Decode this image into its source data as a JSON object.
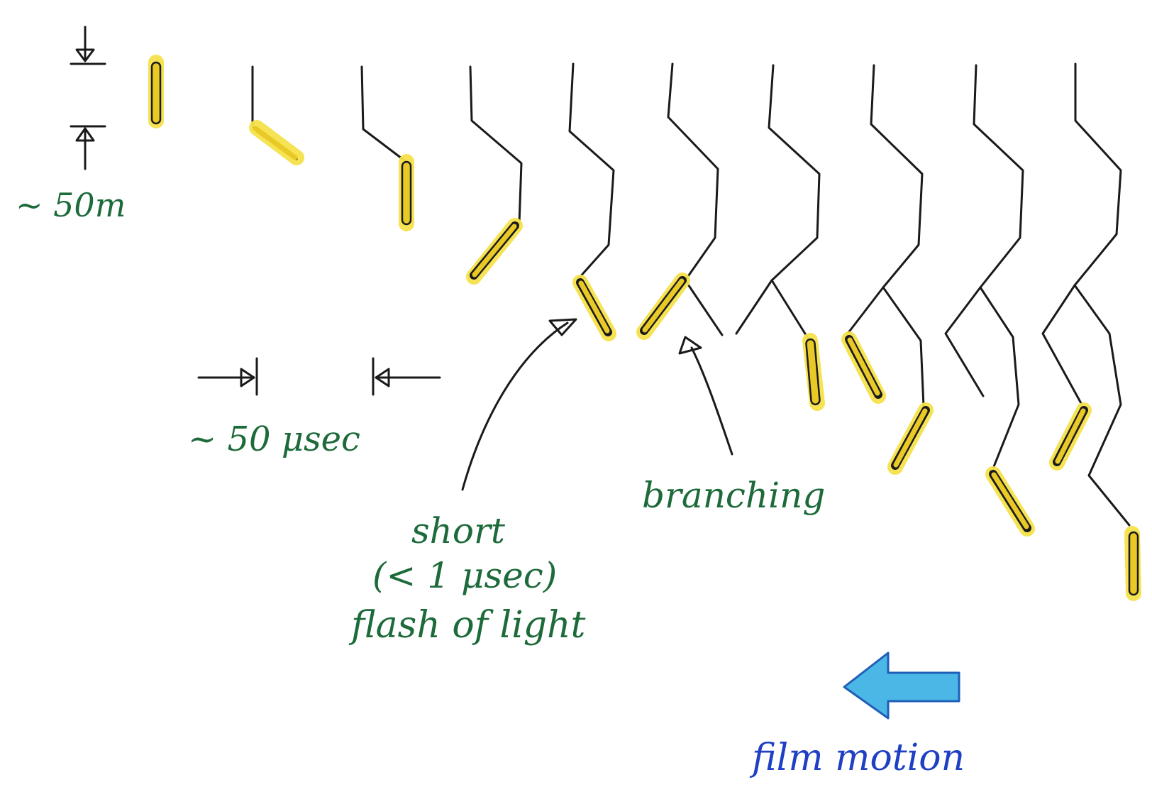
{
  "labels": {
    "height": "~ 50m",
    "interval": "~ 50 μsec",
    "flash_line1": "short",
    "flash_line2": "(< 1 μsec)",
    "flash_line3": "flash of light",
    "branching": "branching",
    "film_motion": "film motion"
  },
  "colors": {
    "ink": "#1a1a1a",
    "flash": "#e9c926",
    "flash_glow": "#f6e24a",
    "annotation": "#1d6a3a",
    "film_label": "#1f3fc4",
    "film_arrow": "#4ab7e6"
  },
  "icons": {
    "film_arrow": "left-arrow-icon",
    "dimension_arrows": "dimension-arrow-icon"
  }
}
